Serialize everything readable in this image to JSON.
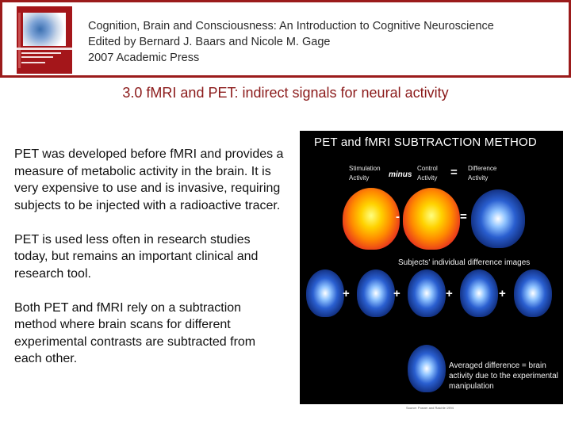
{
  "header": {
    "line1": "Cognition, Brain and Consciousness: An Introduction to Cognitive Neuroscience",
    "line2": "Edited by Bernard J. Baars and Nicole M. Gage",
    "line3": "2007 Academic Press"
  },
  "slide": {
    "title": "3.0 fMRI and PET: indirect signals for neural activity",
    "paragraphs": [
      "PET was developed before fMRI and provides a measure of metabolic activity in the brain. It is very expensive to use and is invasive, requiring subjects to be injected with a radioactive tracer.",
      "PET is used less often in research studies today, but remains an important clinical and research tool.",
      "Both PET and fMRI rely on a subtraction method where brain scans for different experimental contrasts are subtracted from each other."
    ]
  },
  "figure": {
    "title": "PET and fMRI SUBTRACTION METHOD",
    "stim_label": "Stimulation Activity",
    "minus_label": "minus",
    "control_label": "Control Activity",
    "equals": "=",
    "diff_label": "Difference Activity",
    "minus_sign": "-",
    "plus_sign": "+",
    "individual_caption": "Subjects' individual difference images",
    "averaged_caption": "Averaged difference = brain activity due to the experimental manipulation",
    "credit": "Source: Posner and Raichle 1994"
  },
  "colors": {
    "header_border": "#9b1b1b",
    "title": "#8b1a1a",
    "figure_bg": "#000000"
  }
}
